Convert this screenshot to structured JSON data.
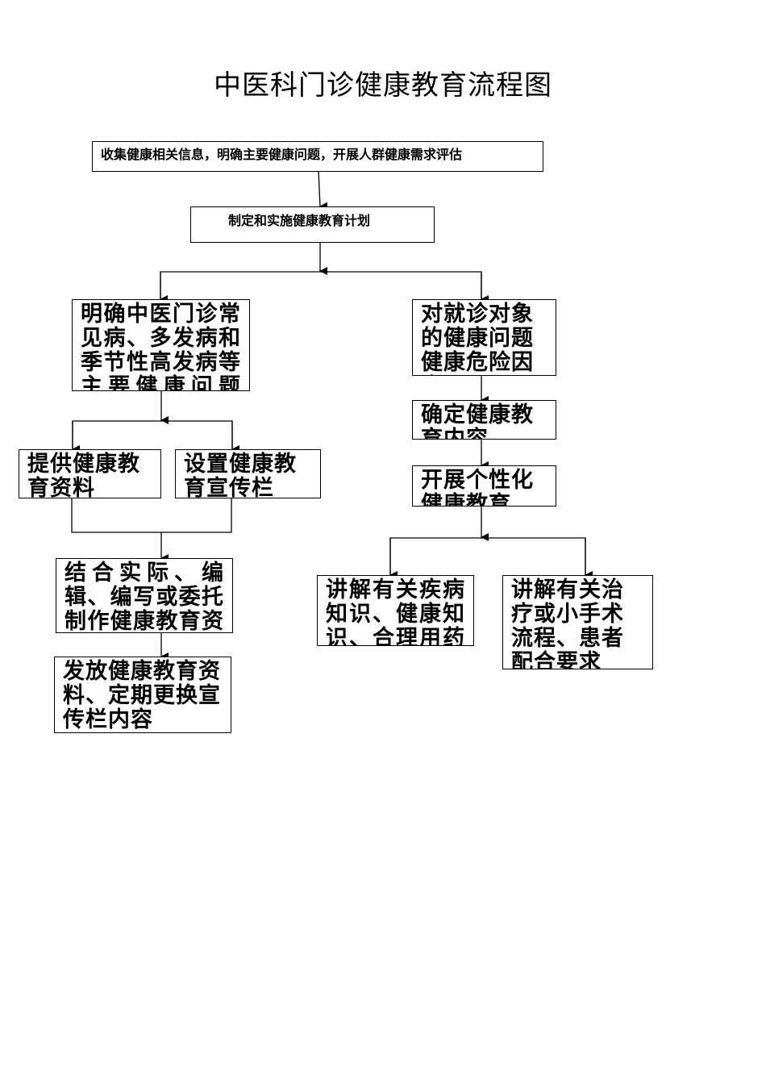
{
  "title": "中医科门诊健康教育流程图",
  "nodes": {
    "collect": "收集健康相关信息，明确主要健康问题，开展人群健康需求评估",
    "plan": "制定和实施健康教育计划",
    "common_diseases": "明确中医门诊常见病、多发病和季节性高发病等主要健康问题",
    "risk_factors": "对就诊对象的健康问题健康危险因素",
    "determine_content": "确定健康教育内容",
    "personalized": "开展个性化健康教育",
    "provide_materials": "提供健康教育资料",
    "bulletin": "设置健康教育宣传栏",
    "compile": "结合实际、编辑、编写或委托制作健康教育资料",
    "distribute": "发放健康教育资料、定期更换宣传栏内容",
    "explain_disease": "讲解有关疾病知识、健康知识、合理用药",
    "explain_treatment": "讲解有关治疗或小手术流程、患者配合要求"
  }
}
